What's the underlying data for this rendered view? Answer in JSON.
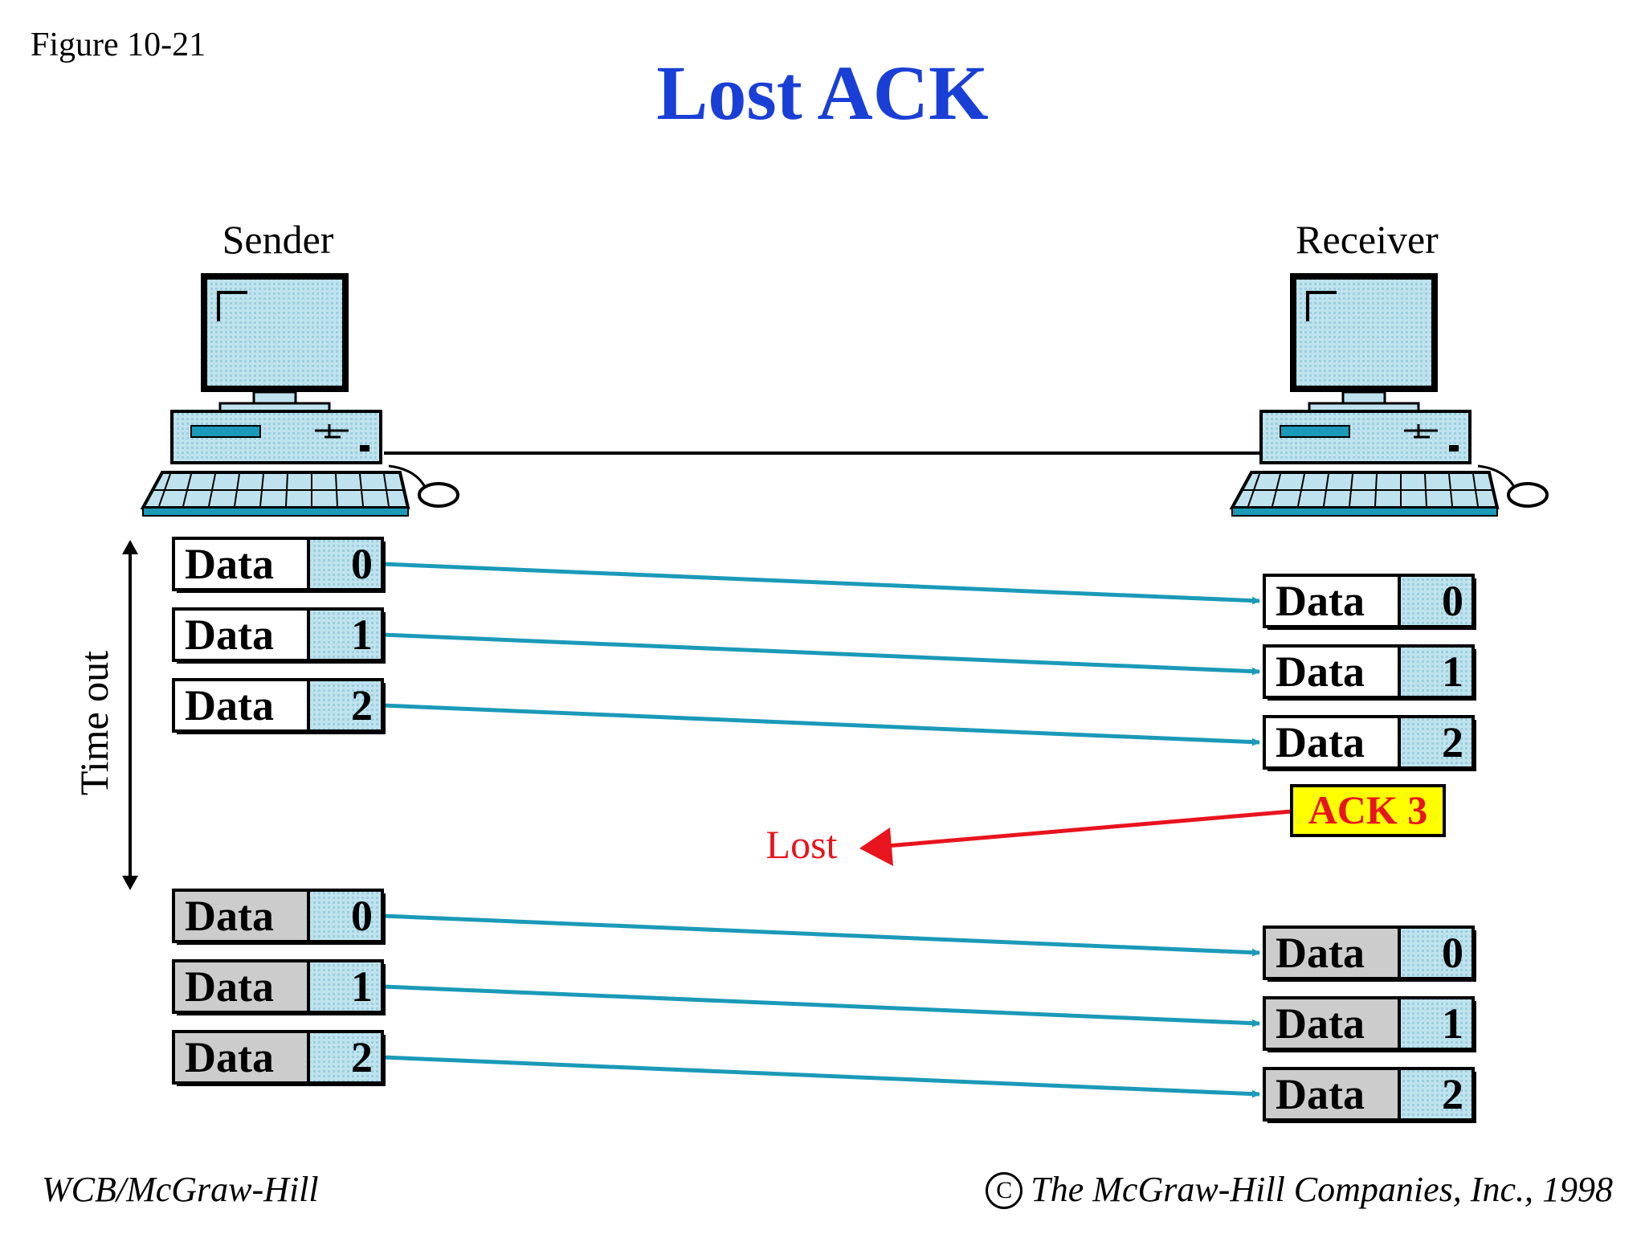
{
  "figure_label": "Figure 10-21",
  "title": "Lost ACK",
  "sender_label": "Sender",
  "receiver_label": "Receiver",
  "timeout_label": "Time out",
  "lost_label": "Lost",
  "ack_label": "ACK 3",
  "frame_word": "Data",
  "first_round": [
    "0",
    "1",
    "2"
  ],
  "second_round": [
    "0",
    "1",
    "2"
  ],
  "footer_left": "WCB/McGraw-Hill",
  "footer_copyright_symbol": "C",
  "footer_right": "The McGraw-Hill Companies, Inc., 1998",
  "colors": {
    "title": "#1a3fd6",
    "arrow": "#1a9ab8",
    "lost_arrow": "#e8141e",
    "ack_fill": "#ffff00",
    "number_cell": "#a8d8e6",
    "retransmit_fill": "#cccccc",
    "computer": "#c8e8f0"
  }
}
